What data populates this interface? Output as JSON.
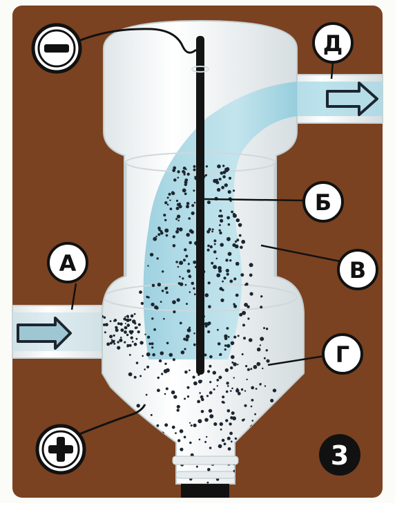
{
  "labels": {
    "a": "А",
    "b": "Б",
    "v": "В",
    "g": "Г",
    "d": "Д",
    "figure_number": "3"
  },
  "symbols": {
    "minus": "minus-icon",
    "plus": "plus-icon"
  },
  "colors": {
    "background": "#7a4220",
    "frame": "#fbfbf8",
    "glass": "#eef3f4",
    "gas_flow": "#a6d8e6",
    "electrode": "#141414",
    "particles": "#1c2630",
    "label_fill": "#ffffff",
    "label_stroke": "#111111",
    "figure_badge": "#111111"
  }
}
